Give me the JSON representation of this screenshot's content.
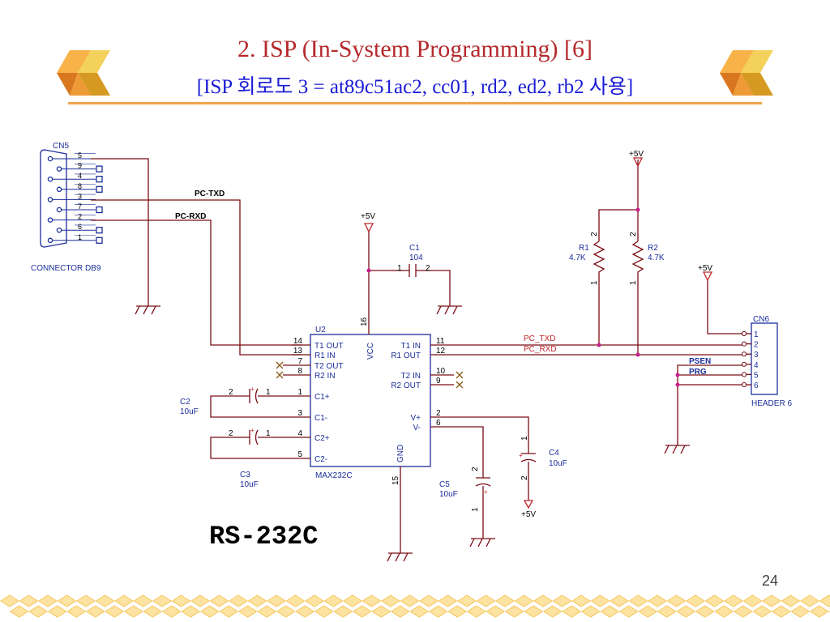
{
  "slide": {
    "title": "2. ISP (In-System Programming) [6]",
    "subtitle": "[ISP 회로도 3 = at89c51ac2, cc01, rd2, ed2, rb2 사용]",
    "page_number": "24",
    "caption": "RS-232C",
    "accent_color": "#f0a34a",
    "title_color": "#b5292b",
    "subtitle_color": "#1b1bd6",
    "decor_icon": "cube-logo-icon",
    "footer_pattern": "diamond-pattern"
  },
  "schematic": {
    "connector_db9": {
      "ref": "CN5",
      "name": "CONNECTOR DB9",
      "pins": [
        "5",
        "9",
        "4",
        "8",
        "3",
        "7",
        "2",
        "6",
        "1"
      ]
    },
    "nets": {
      "pc_txd": "PC-TXD",
      "pc_rxd": "PC-RXD",
      "pc_txd2": "PC_TXD",
      "pc_rxd2": "PC_RXD",
      "psen": "PSEN",
      "prg": "PRG"
    },
    "ic": {
      "ref": "U2",
      "name": "MAX232C",
      "vcc": "VCC",
      "gnd": "GND",
      "left_pins": [
        {
          "num": "14",
          "label": "T1 OUT"
        },
        {
          "num": "13",
          "label": "R1 IN"
        },
        {
          "num": "7",
          "label": "T2 OUT"
        },
        {
          "num": "8",
          "label": "R2 IN"
        },
        {
          "num": "1",
          "label": "C1+"
        },
        {
          "num": "3",
          "label": "C1-"
        },
        {
          "num": "4",
          "label": "C2+"
        },
        {
          "num": "5",
          "label": "C2-"
        }
      ],
      "right_pins": [
        {
          "num": "11",
          "label": "T1 IN"
        },
        {
          "num": "12",
          "label": "R1 OUT"
        },
        {
          "num": "10",
          "label": "T2 IN"
        },
        {
          "num": "9",
          "label": "R2 OUT"
        },
        {
          "num": "2",
          "label": "V+"
        },
        {
          "num": "6",
          "label": "V-"
        }
      ],
      "vcc_pin": "16",
      "gnd_pin": "15"
    },
    "power_labels": [
      "+5V",
      "+5V",
      "+5V",
      "+5V"
    ],
    "c1": {
      "ref": "C1",
      "value": "104",
      "pin1": "1",
      "pin2": "2"
    },
    "c2": {
      "ref": "C2",
      "value": "10uF",
      "pin1": "1",
      "pin2": "2"
    },
    "c3": {
      "ref": "C3",
      "value": "10uF",
      "pin1": "1",
      "pin2": "2"
    },
    "c4": {
      "ref": "C4",
      "value": "10uF",
      "pin1": "1",
      "pin2": "2"
    },
    "c5": {
      "ref": "C5",
      "value": "10uF",
      "pin1": "1",
      "pin2": "2"
    },
    "r1": {
      "ref": "R1",
      "value": "4.7K",
      "pin1": "1",
      "pin2": "2"
    },
    "r2": {
      "ref": "R2",
      "value": "4.7K",
      "pin1": "1",
      "pin2": "2"
    },
    "header": {
      "ref": "CN6",
      "name": "HEADER 6",
      "pins": [
        "1",
        "2",
        "3",
        "4",
        "5",
        "6"
      ]
    },
    "polarity_plus": "+"
  }
}
